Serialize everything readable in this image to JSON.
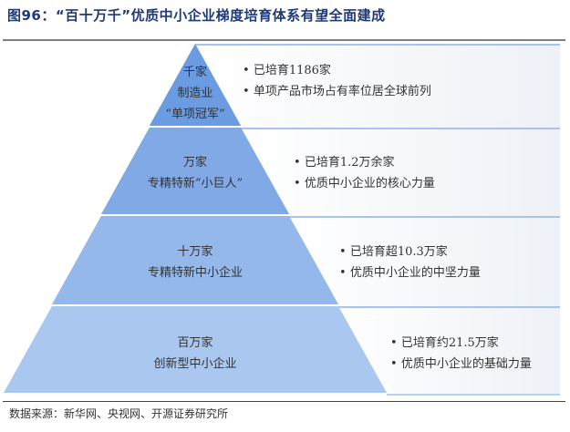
{
  "title": "图96：“百十万千”优质中小企业梯度培育体系有望全面建成",
  "levels": [
    {
      "lines": [
        "千家",
        "制造业",
        "“单项冠军”"
      ],
      "bullets": [
        "已培育1186家",
        "单项产品市场占有率位居全球前列"
      ],
      "color": "#6b9be0"
    },
    {
      "lines": [
        "万家",
        "专精特新“小巨人”"
      ],
      "bullets": [
        "已培育1.2万余家",
        "优质中小企业的核心力量"
      ],
      "color": "#80a9e6"
    },
    {
      "lines": [
        "十万家",
        "专精特新中小企业"
      ],
      "bullets": [
        "已培育超10.3万家",
        "优质中小企业的中坚力量"
      ],
      "color": "#95b8eb"
    },
    {
      "lines": [
        "百万家",
        "创新型中小企业"
      ],
      "bullets": [
        "已培育约21.5万家",
        "优质中小企业的基础力量"
      ],
      "color": "#aac7ef"
    }
  ],
  "source": "数据来源：新华网、央视网、开源证券研究所"
}
